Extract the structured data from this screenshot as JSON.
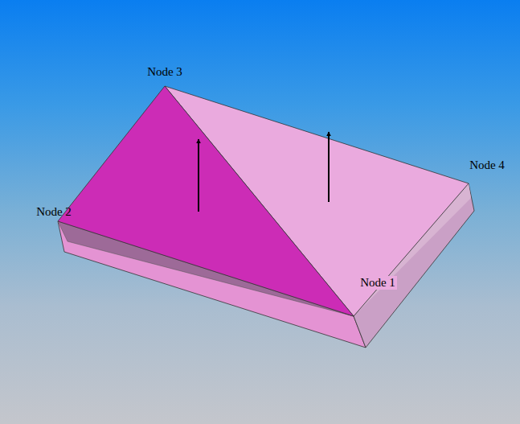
{
  "diagram": {
    "labels": [
      "Node 3",
      "Node 4",
      "Node 2",
      "Node 1"
    ]
  }
}
